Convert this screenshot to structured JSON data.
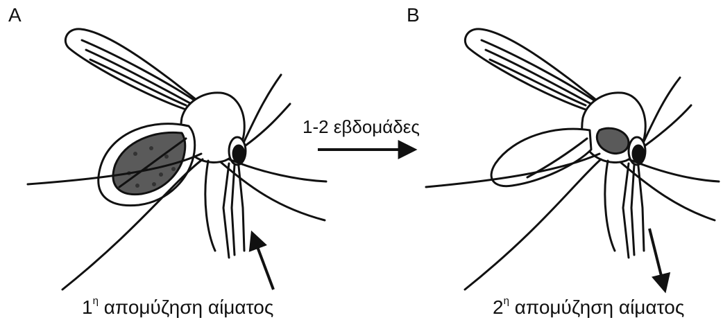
{
  "panels": {
    "a": {
      "label": "A",
      "caption_number": "1",
      "caption_superscript": "η",
      "caption_text": "απομύζηση αίματος"
    },
    "b": {
      "label": "B",
      "caption_number": "2",
      "caption_superscript": "η",
      "caption_text": "απομύζηση αίματος"
    }
  },
  "transition": {
    "label": "1-2 εβδομάδες"
  },
  "icons": {
    "mosquito_a": "mosquito-engorged-icon",
    "mosquito_b": "mosquito-digested-icon",
    "transition_arrow": "arrow-right-icon"
  },
  "colors": {
    "ink": "#111111",
    "blood": "#5a5a5a",
    "blood_spots": "#333333",
    "background": "#ffffff"
  }
}
